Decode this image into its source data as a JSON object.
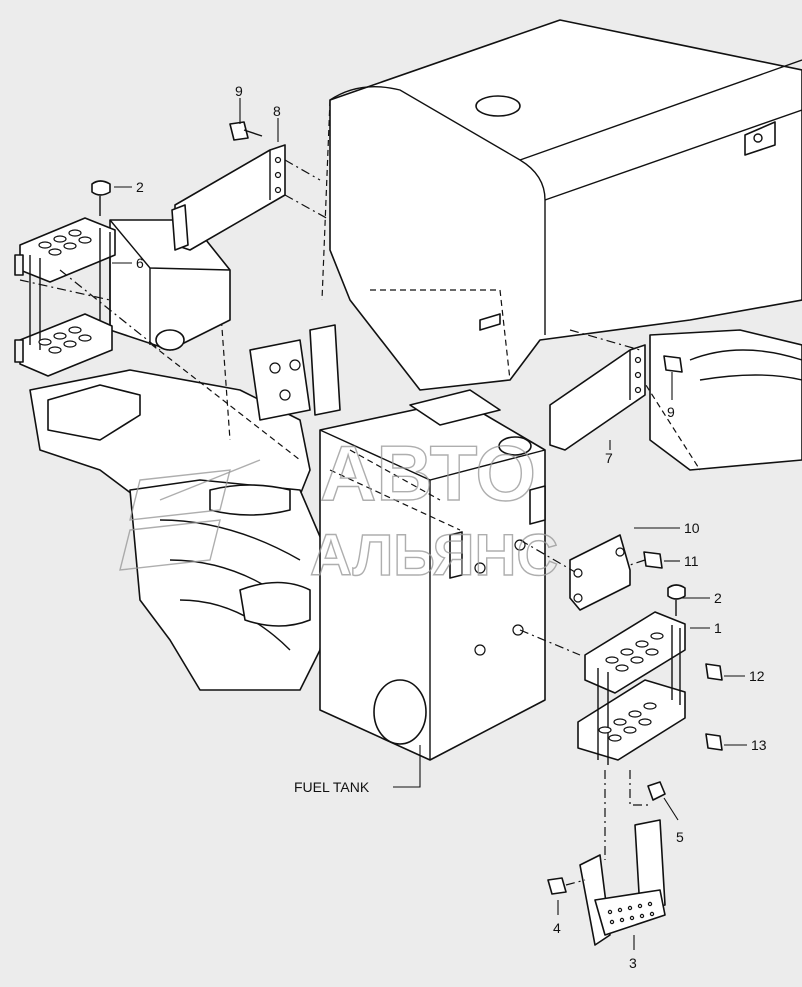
{
  "callouts": {
    "c9_top": "9",
    "c8": "8",
    "c2_left": "2",
    "c6": "6",
    "c9_right": "9",
    "c7": "7",
    "c10": "10",
    "c11": "11",
    "c2_right": "2",
    "c1": "1",
    "c12": "12",
    "c13": "13",
    "c5": "5",
    "c4": "4",
    "c3": "3"
  },
  "labels": {
    "fuel_tank": "FUEL TANK"
  },
  "watermark": {
    "line1": "АВТО",
    "line2": "АЛЬЯНС"
  },
  "colors": {
    "background": "#ececec",
    "ink": "#111111",
    "watermark": "#9a9a9a"
  }
}
